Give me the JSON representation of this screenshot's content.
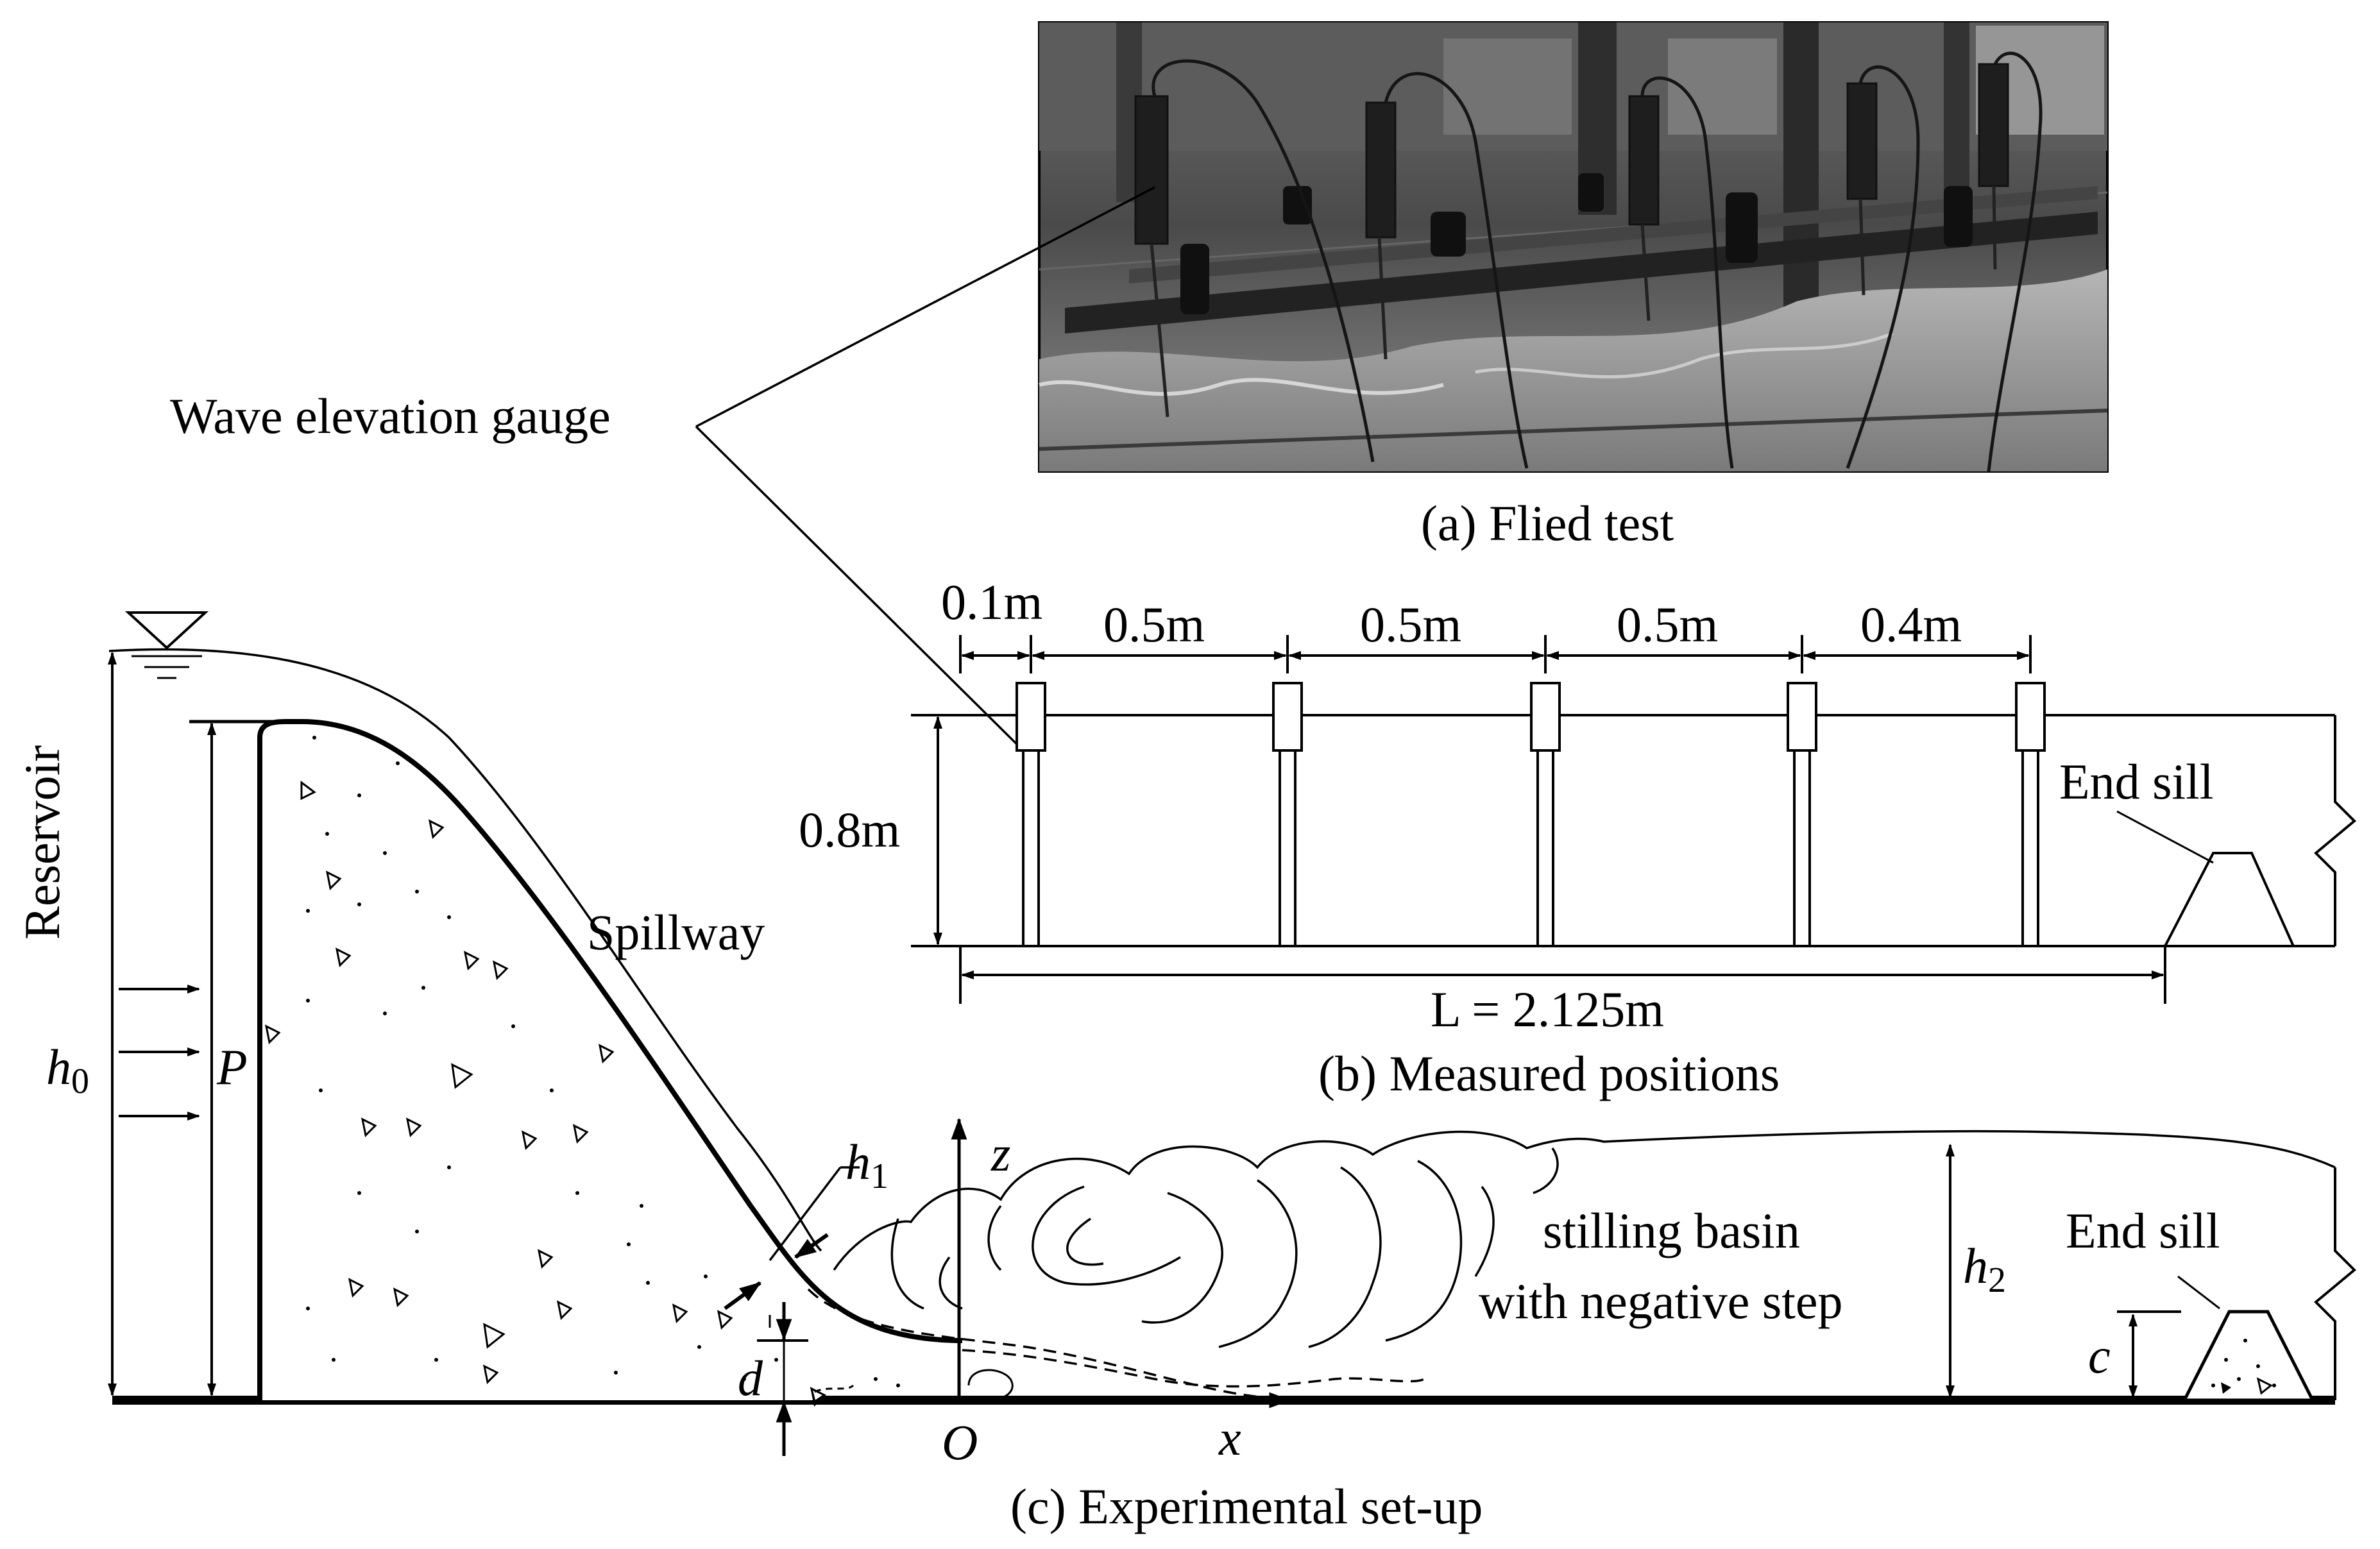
{
  "photo": {
    "caption": "(a) Flied test",
    "gauge_label": "Wave elevation gauge"
  },
  "positions": {
    "caption": "(b) Measured positions",
    "spacings": [
      "0.1m",
      "0.5m",
      "0.5m",
      "0.5m",
      "0.4m"
    ],
    "height": "0.8m",
    "length": "L = 2.125m",
    "end_sill": "End sill"
  },
  "setup": {
    "caption": "(c) Experimental set-up",
    "reservoir": "Reservoir",
    "spillway": "Spillway",
    "basin_line1": "stilling basin",
    "basin_line2": "with negative step",
    "end_sill": "End sill",
    "h0": "h",
    "h0_sub": "0",
    "P": "P",
    "h1": "h",
    "h1_sub": "1",
    "h2": "h",
    "h2_sub": "2",
    "d": "d",
    "c": "c",
    "O": "O",
    "x": "x",
    "z": "z"
  },
  "colors": {
    "ink": "#000000",
    "photo_dark": "#2a2a2a",
    "photo_light": "#9a9a9a"
  }
}
